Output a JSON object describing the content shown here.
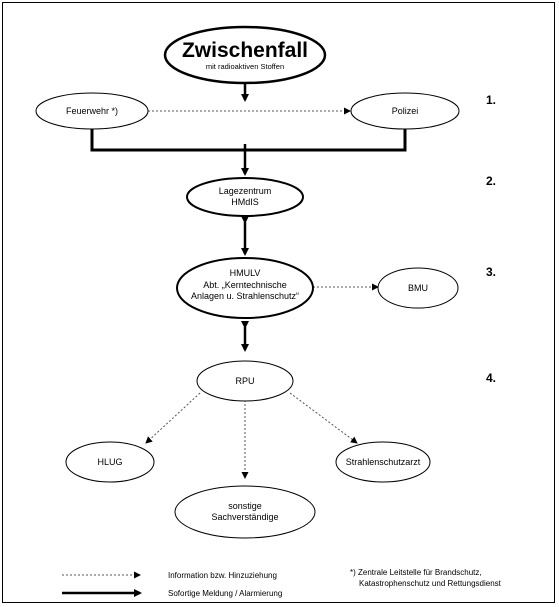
{
  "nodes": {
    "zwischenfall": {
      "title": "Zwischenfall",
      "subtitle": "mit radioaktiven Stoffen"
    },
    "feuerwehr": {
      "label": "Feuerwehr *)"
    },
    "polizei": {
      "label": "Polizei"
    },
    "lagezentrum": {
      "line1": "Lagezentrum",
      "line2": "HMdIS"
    },
    "hmulv": {
      "line1": "HMULV",
      "line2": "Abt. „Kerntechnische",
      "line3": "Anlagen u. Strahlenschutz“"
    },
    "bmu": {
      "label": "BMU"
    },
    "rpu": {
      "label": "RPU"
    },
    "hlug": {
      "label": "HLUG"
    },
    "sachverstaendige": {
      "line1": "sonstige",
      "line2": "Sachverständige"
    },
    "strahlenschutzarzt": {
      "label": "Strahlenschutzarzt"
    }
  },
  "levels": [
    "1.",
    "2.",
    "3.",
    "4."
  ],
  "legend": {
    "dotted": "Information bzw. Hinzuziehung",
    "solid": "Sofortige Meldung / Alarmierung"
  },
  "footnote": {
    "line1": "*) Zentrale Leitstelle für Brandschutz,",
    "line2": "Katastrophenschutz und Rettungsdienst"
  }
}
